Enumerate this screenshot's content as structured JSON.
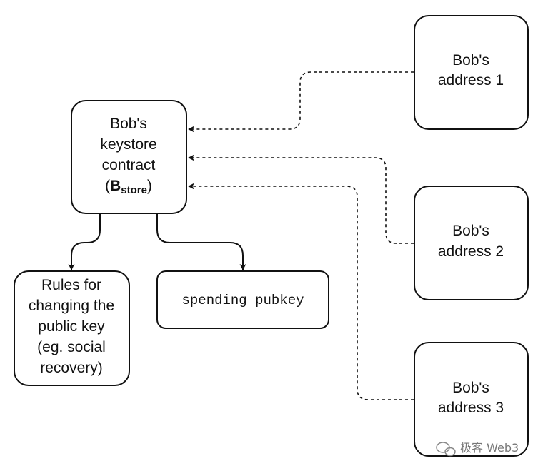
{
  "keystore": {
    "line1": "Bob's",
    "line2": "keystore",
    "line3": "contract",
    "paren_open": "(",
    "b": "B",
    "sub": "store",
    "paren_close": ")"
  },
  "addresses": [
    {
      "line1": "Bob's",
      "line2": "address 1"
    },
    {
      "line1": "Bob's",
      "line2": "address 2"
    },
    {
      "line1": "Bob's",
      "line2": "address 3"
    }
  ],
  "rules": {
    "lines": [
      "Rules for",
      "changing the",
      "public key",
      "(eg. social",
      "recovery)"
    ]
  },
  "pubkey": {
    "label": "spending_pubkey"
  },
  "watermark": {
    "text": "极客 Web3"
  }
}
